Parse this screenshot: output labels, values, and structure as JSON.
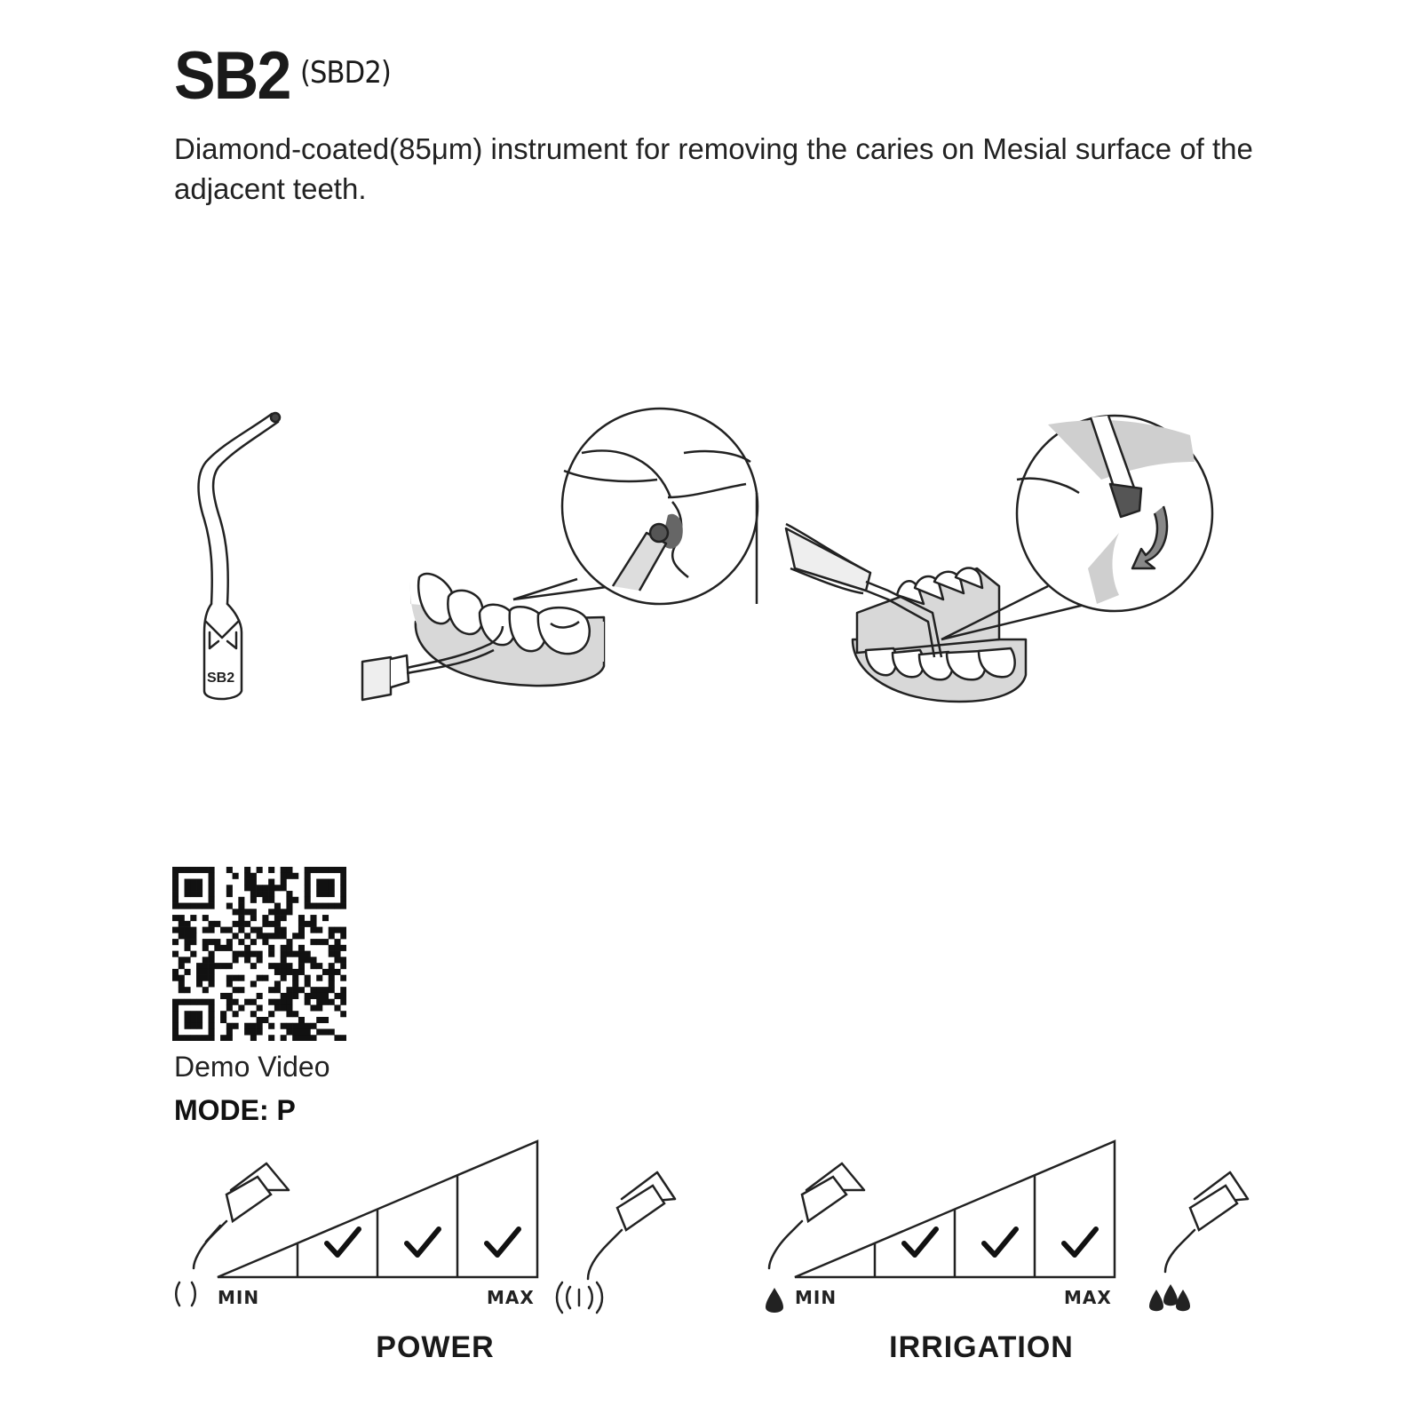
{
  "product": {
    "code": "SB2",
    "alt_code": "(SBD2)",
    "description": "Diamond-coated(85μm) instrument for removing the caries on Mesial surface of the adjacent teeth.",
    "tip_engraving": "SB2"
  },
  "qr": {
    "caption": "Demo Video"
  },
  "mode": {
    "label": "MODE: P"
  },
  "gauges": [
    {
      "title": "POWER",
      "min_label": "MIN",
      "max_label": "MAX",
      "segments": 4,
      "checked_segments": [
        2,
        3,
        4
      ],
      "left_icon": "weak-vibration-icon",
      "right_icon": "strong-vibration-icon"
    },
    {
      "title": "IRRIGATION",
      "min_label": "MIN",
      "max_label": "MAX",
      "segments": 4,
      "checked_segments": [
        2,
        3,
        4
      ],
      "left_icon": "single-drop-icon",
      "right_icon": "multiple-drops-icon"
    }
  ]
}
